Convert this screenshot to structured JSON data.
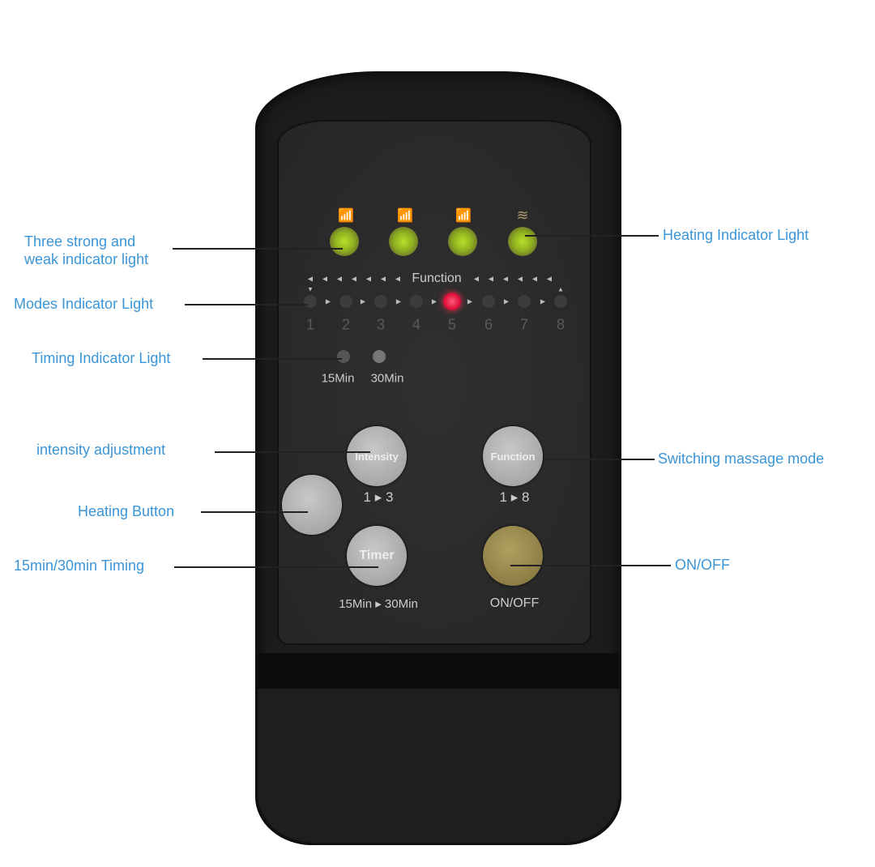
{
  "callouts": {
    "strength_line1": "Three strong and",
    "strength_line2": "weak indicator light",
    "heating_indicator": "Heating Indicator Light",
    "modes_indicator": "Modes Indicator Light",
    "timing_indicator": "Timing Indicator Light",
    "intensity": "intensity adjustment",
    "switching": "Switching massage mode",
    "heating_button": "Heating Button",
    "timing": "15min/30min Timing",
    "onoff": "ON/OFF"
  },
  "remote": {
    "function_label": "Function",
    "mode_numbers": [
      "1",
      "2",
      "3",
      "4",
      "5",
      "6",
      "7",
      "8"
    ],
    "active_mode": 5,
    "timer_labels": [
      "15Min",
      "30Min"
    ],
    "buttons": {
      "intensity": "Intensity",
      "intensity_range": "1 ▸ 3",
      "function": "Function",
      "function_range": "1 ▸ 8",
      "timer": "Timer",
      "timer_range": "15Min ▸ 30Min",
      "onoff": "ON/OFF"
    },
    "colors": {
      "led_green": "#a6d428",
      "led_red": "#e0103a",
      "label": "#3b95d6"
    }
  }
}
